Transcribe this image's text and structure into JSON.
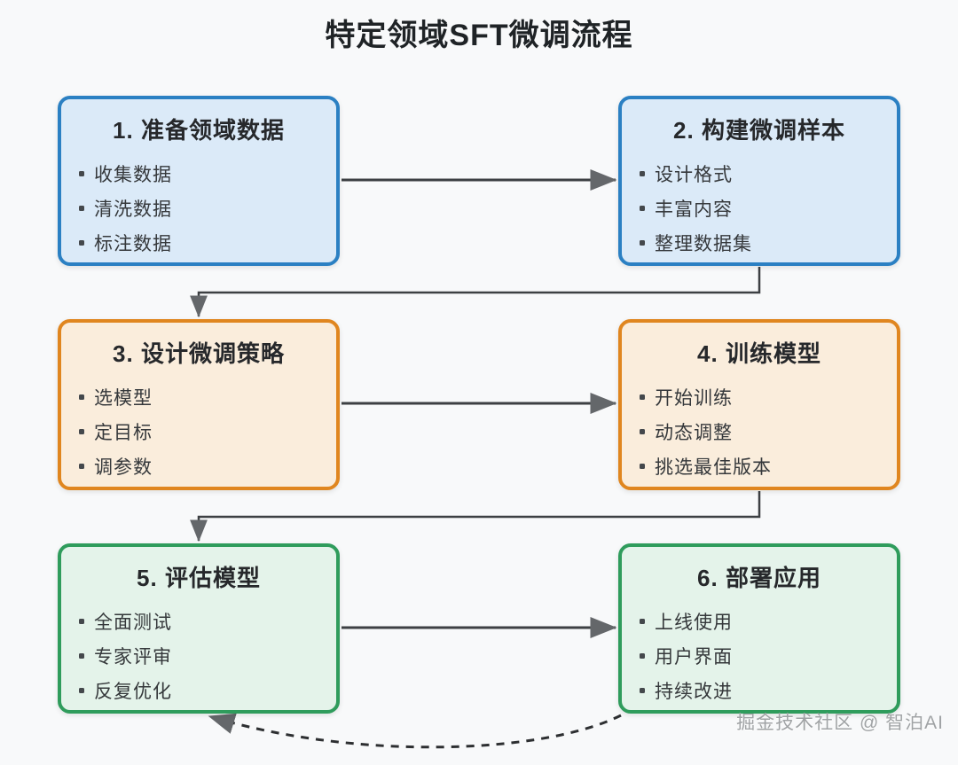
{
  "page": {
    "title": "特定领域SFT微调流程",
    "background_color": "#f8f9fa",
    "title_color": "#1f2326"
  },
  "watermark": {
    "text": "掘金技术社区 @ 智泊AI",
    "color": "#a0a3a5"
  },
  "colors": {
    "blue_border": "#2b80c3",
    "blue_fill": "#dbeaf8",
    "orange_border": "#e0861f",
    "orange_fill": "#faeddc",
    "green_border": "#2f9c5c",
    "green_fill": "#e4f3ea",
    "arrow_line": "#3d4043",
    "arrow_head": "#64676a"
  },
  "flow": {
    "boxes": [
      {
        "id": "step-1",
        "heading": "1. 准备领域数据",
        "items": [
          "收集数据",
          "清洗数据",
          "标注数据"
        ],
        "scheme": "blue"
      },
      {
        "id": "step-2",
        "heading": "2. 构建微调样本",
        "items": [
          "设计格式",
          "丰富内容",
          "整理数据集"
        ],
        "scheme": "blue"
      },
      {
        "id": "step-3",
        "heading": "3. 设计微调策略",
        "items": [
          "选模型",
          "定目标",
          "调参数"
        ],
        "scheme": "orange"
      },
      {
        "id": "step-4",
        "heading": "4. 训练模型",
        "items": [
          "开始训练",
          "动态调整",
          "挑选最佳版本"
        ],
        "scheme": "orange"
      },
      {
        "id": "step-5",
        "heading": "5. 评估模型",
        "items": [
          "全面测试",
          "专家评审",
          "反复优化"
        ],
        "scheme": "green"
      },
      {
        "id": "step-6",
        "heading": "6. 部署应用",
        "items": [
          "上线使用",
          "用户界面",
          "持续改进"
        ],
        "scheme": "green"
      }
    ],
    "connectors": [
      {
        "from": "step-1",
        "to": "step-2",
        "style": "solid"
      },
      {
        "from": "step-2",
        "to": "step-3",
        "style": "solid"
      },
      {
        "from": "step-3",
        "to": "step-4",
        "style": "solid"
      },
      {
        "from": "step-4",
        "to": "step-5",
        "style": "solid"
      },
      {
        "from": "step-5",
        "to": "step-6",
        "style": "solid"
      },
      {
        "from": "step-6",
        "to": "step-5",
        "style": "dashed-feedback"
      }
    ]
  }
}
